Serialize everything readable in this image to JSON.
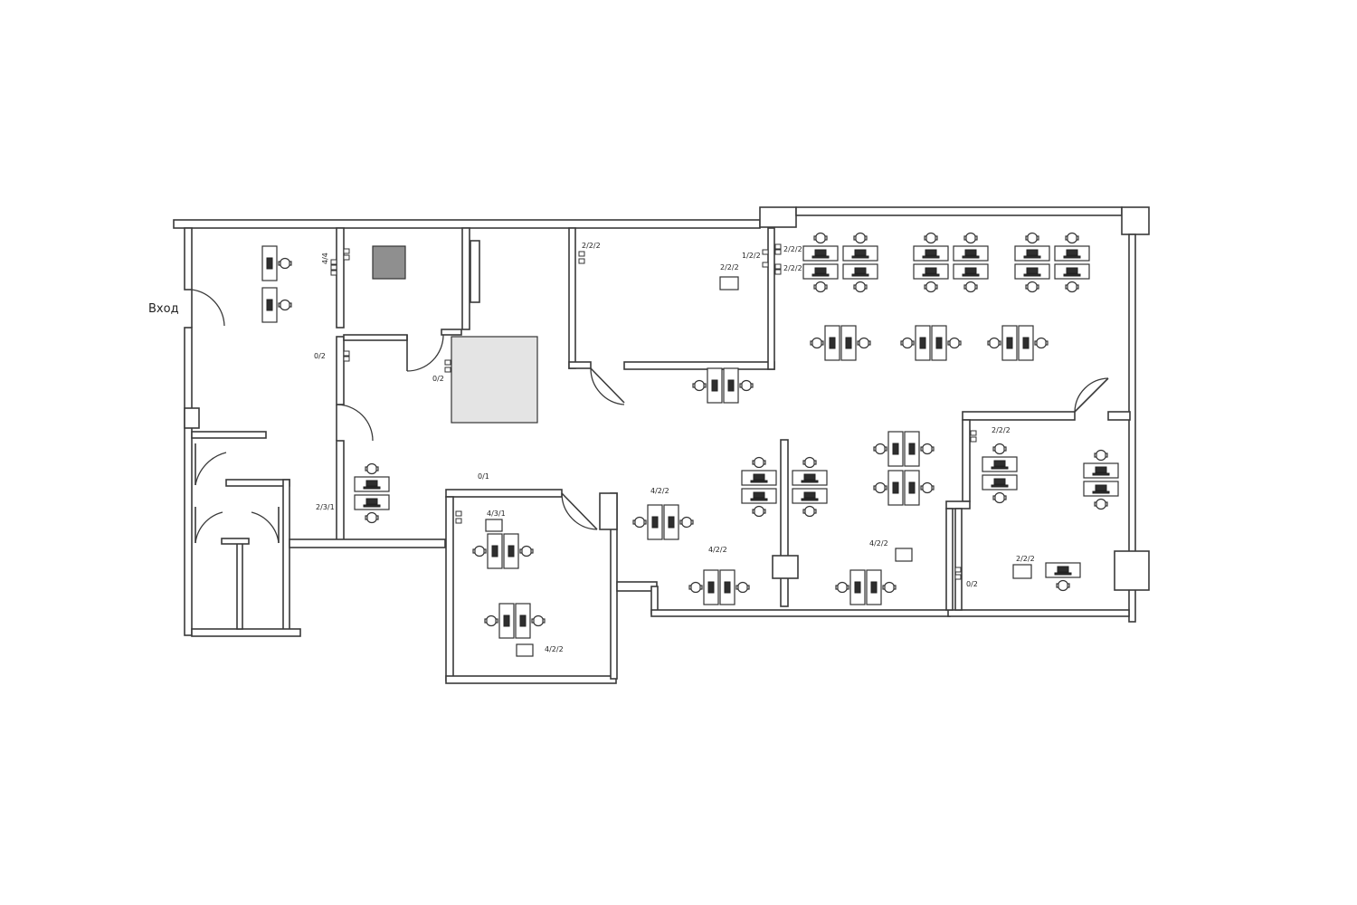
{
  "plan": {
    "entrance_label": "Вход",
    "port_labels": [
      {
        "id": "a",
        "text": "4/4"
      },
      {
        "id": "b",
        "text": "0/2"
      },
      {
        "id": "c",
        "text": "0/2"
      },
      {
        "id": "d",
        "text": "2/2/2"
      },
      {
        "id": "e",
        "text": "1/2/2"
      },
      {
        "id": "f",
        "text": "2/2/2"
      },
      {
        "id": "g",
        "text": "2/2/2"
      },
      {
        "id": "h",
        "text": "2/2/2"
      },
      {
        "id": "i",
        "text": "2/3/1"
      },
      {
        "id": "j",
        "text": "0/1"
      },
      {
        "id": "k",
        "text": "4/3/1"
      },
      {
        "id": "l",
        "text": "4/2/2"
      },
      {
        "id": "m",
        "text": "4/2/2"
      },
      {
        "id": "n",
        "text": "4/2/2"
      },
      {
        "id": "o",
        "text": "4/2/2"
      },
      {
        "id": "p",
        "text": "2/2/2"
      },
      {
        "id": "q",
        "text": "2/2/2"
      },
      {
        "id": "r",
        "text": "0/2"
      }
    ]
  },
  "colors": {
    "line": "#3a3a3a",
    "fill_dark": "#8f8f8f",
    "fill_light": "#e4e4e4"
  }
}
